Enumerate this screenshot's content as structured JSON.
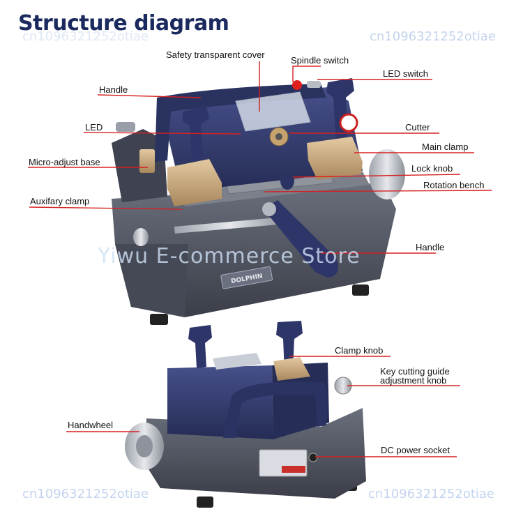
{
  "title": "Structure diagram",
  "watermarks": {
    "top_right": "cn1096321252otiae",
    "top_left": "cn1096321252otiae",
    "bottom_left": "cn1096321252otiae",
    "bottom_right": "cn1096321252otiae",
    "center": "Yiwu E-commerce Store"
  },
  "brand_logo_text": "DOLPHIN",
  "labels_top": {
    "safety_cover": "Safety transparent cover",
    "spindle_switch": "Spindle switch",
    "led_switch": "LED switch",
    "handle_top": "Handle",
    "led": "LED",
    "cutter": "Cutter",
    "main_clamp": "Main clamp",
    "micro_adjust": "Micro-adjust base",
    "lock_knob": "Lock knob",
    "rotation_bench": "Rotation bench",
    "aux_clamp": "Auxifary clamp",
    "handle_side": "Handle"
  },
  "labels_bottom": {
    "clamp_knob": "Clamp knob",
    "guide_knob_line1": "Key cutting guide",
    "guide_knob_line2": "adjustment knob",
    "handwheel": "Handwheel",
    "dc_socket": "DC power socket"
  },
  "colors": {
    "title": "#1b2a5e",
    "leader": "#d62020",
    "body_navy": "#2e3866",
    "base_gray": "#4f5360",
    "brass": "#c8a67a"
  }
}
